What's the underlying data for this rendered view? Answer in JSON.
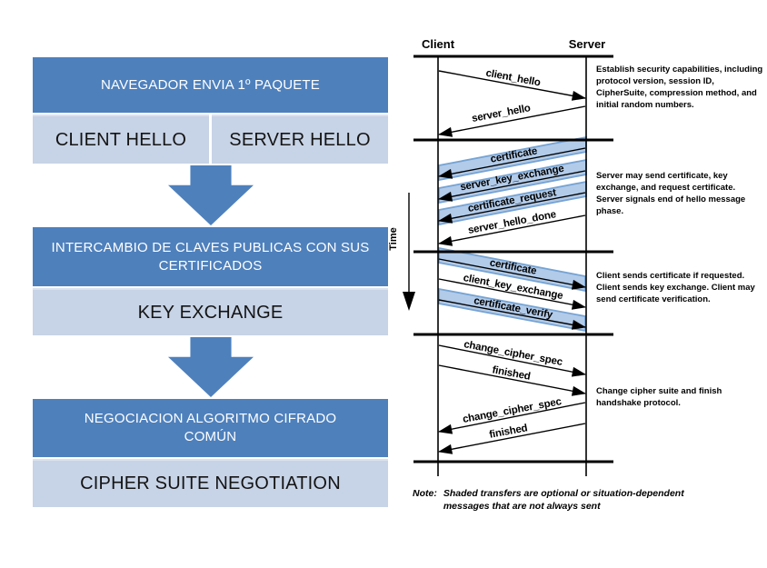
{
  "colors": {
    "primary_blue": "#4e80bc",
    "light_blue": "#c7d3e6",
    "light_blue_edge": "#dbe2ef",
    "band_fill": "#b2cbe9",
    "band_stroke": "#76a3d3",
    "ink": "#000000"
  },
  "flow": {
    "step1": {
      "header": "NAVEGADOR ENVIA 1º PAQUETE",
      "cell_left": "CLIENT HELLO",
      "cell_right": "SERVER HELLO"
    },
    "step2": {
      "header": "INTERCAMBIO DE CLAVES PUBLICAS CON SUS\nCERTIFICADOS",
      "cell": "KEY EXCHANGE"
    },
    "step3": {
      "header": "NEGOCIACION ALGORITMO CIFRADO\nCOMÚN",
      "cell": "CIPHER SUITE NEGOTIATION"
    }
  },
  "sequence": {
    "client_label": "Client",
    "server_label": "Server",
    "time_label": "Time",
    "phases": [
      {
        "messages": [
          {
            "label": "client_hello",
            "direction": "to_server",
            "shaded": false
          },
          {
            "label": "server_hello",
            "direction": "to_client",
            "shaded": false
          }
        ],
        "note": "Establish security capabilities, including protocol version, session ID, CipherSuite, compression method, and initial random numbers."
      },
      {
        "messages": [
          {
            "label": "certificate",
            "direction": "to_client",
            "shaded": true
          },
          {
            "label": "server_key_exchange",
            "direction": "to_client",
            "shaded": true
          },
          {
            "label": "certificate_request",
            "direction": "to_client",
            "shaded": true
          },
          {
            "label": "server_hello_done",
            "direction": "to_client",
            "shaded": false
          }
        ],
        "note": "Server may send certificate, key exchange, and request certificate. Server signals end of hello message phase."
      },
      {
        "messages": [
          {
            "label": "certificate",
            "direction": "to_server",
            "shaded": true
          },
          {
            "label": "client_key_exchange",
            "direction": "to_server",
            "shaded": false
          },
          {
            "label": "certificate_verify",
            "direction": "to_server",
            "shaded": true
          }
        ],
        "note": "Client sends certificate if requested. Client sends key exchange. Client may send certificate verification."
      },
      {
        "messages": [
          {
            "label": "change_cipher_spec",
            "direction": "to_server",
            "shaded": false
          },
          {
            "label": "finished",
            "direction": "to_server",
            "shaded": false
          },
          {
            "label": "change_cipher_spec",
            "direction": "to_client",
            "shaded": false
          },
          {
            "label": "finished",
            "direction": "to_client",
            "shaded": false
          }
        ],
        "note": "Change cipher suite and finish handshake protocol."
      }
    ],
    "footnote_prefix": "Note:",
    "footnote_text": "Shaded transfers are optional or situation-dependent messages that are not always sent"
  }
}
